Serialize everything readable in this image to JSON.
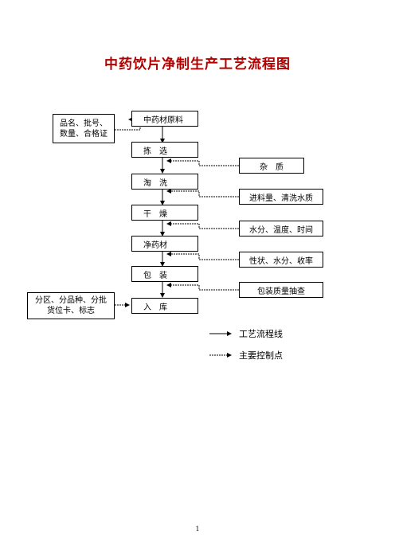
{
  "title": "中药饮片净制生产工艺流程图",
  "steps": [
    "中药材原料",
    "拣　选",
    "淘　洗",
    "干　燥",
    "净药材",
    "包　装",
    "入　库"
  ],
  "inputs": {
    "raw_material": "品名、批号、\n数量、合格证",
    "storage": "分区、分品种、分批\n货位卡、标志"
  },
  "control_points": [
    "杂　质",
    "进料量、清洗水质",
    "水分、温度、时间",
    "性状、水分、收率",
    "包装质量抽查"
  ],
  "legend": {
    "process_line": "工艺流程线",
    "control_point": "主要控制点"
  },
  "page_number": "1"
}
